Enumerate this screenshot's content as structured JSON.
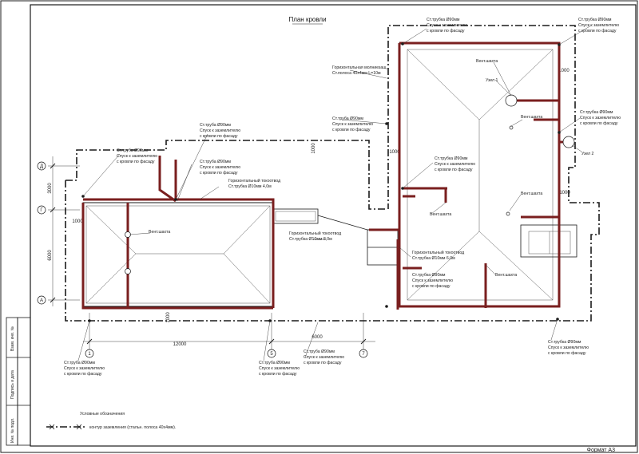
{
  "title": "План кровли",
  "format_label": "Формат А3",
  "stamp": {
    "cells": [
      "Взам. инв. №",
      "Подпись и дата",
      "Инв. № подл."
    ]
  },
  "dimensions": {
    "d12000": "12000",
    "d6000": "6000",
    "d3000": "3000",
    "d6000_v": "6000",
    "d1000_a": "1000",
    "d1000_b": "1000",
    "d1000_c": "1000",
    "d1000_d": "1000",
    "d1000_e": "1000",
    "d1000_f": "1000"
  },
  "axes": {
    "rows": [
      "Д",
      "Г",
      "А"
    ],
    "cols": [
      "1",
      "5",
      "7"
    ]
  },
  "notes": {
    "downpipe_short": "Ст.труба Ø90мм",
    "downpipe_full_1": "Ст.трубка Ø90мм",
    "downpipe_line2": "Спуск к заземлителю",
    "downpipe_line3": "с кровли по фасаду",
    "horizontal_conductor_1": "Горизонтальный токоотвод",
    "horizontal_conductor_2": "Ст.трубка Ø10мм 4,0м",
    "horizontal_conductor_3": "Горизонтальный токоотвод",
    "horizontal_conductor_4": "Ст.трубка Ø10мм 8,0м",
    "horizontal_conductor_5": "Горизонтальный токоотвод",
    "horizontal_conductor_6": "Ст.трубка Ø10мм 6,0м",
    "lightning_mesh_1": "Горизонтальная молниезащ.",
    "lightning_mesh_2": "Ст.полоса 40х4мм L=10м",
    "vent_shaft": "Вент.шахта",
    "vent_1": "Вент.шахта",
    "vent_2": "Вент.шахта",
    "vent_3": "Вент.шахта",
    "vent_4": "Вент.шахта",
    "vent_5": "Вент.шахта",
    "node1": "Узел 1",
    "node2": "Узел 2"
  },
  "legend": {
    "heading": "Условные обозначения",
    "item": "контур заземления (стальн. полоса 40х4мм)."
  },
  "colors": {
    "conductor": "#7a1f1f",
    "line": "#1a1a1a",
    "thin": "#555555",
    "accent": "#5a1a6a"
  }
}
